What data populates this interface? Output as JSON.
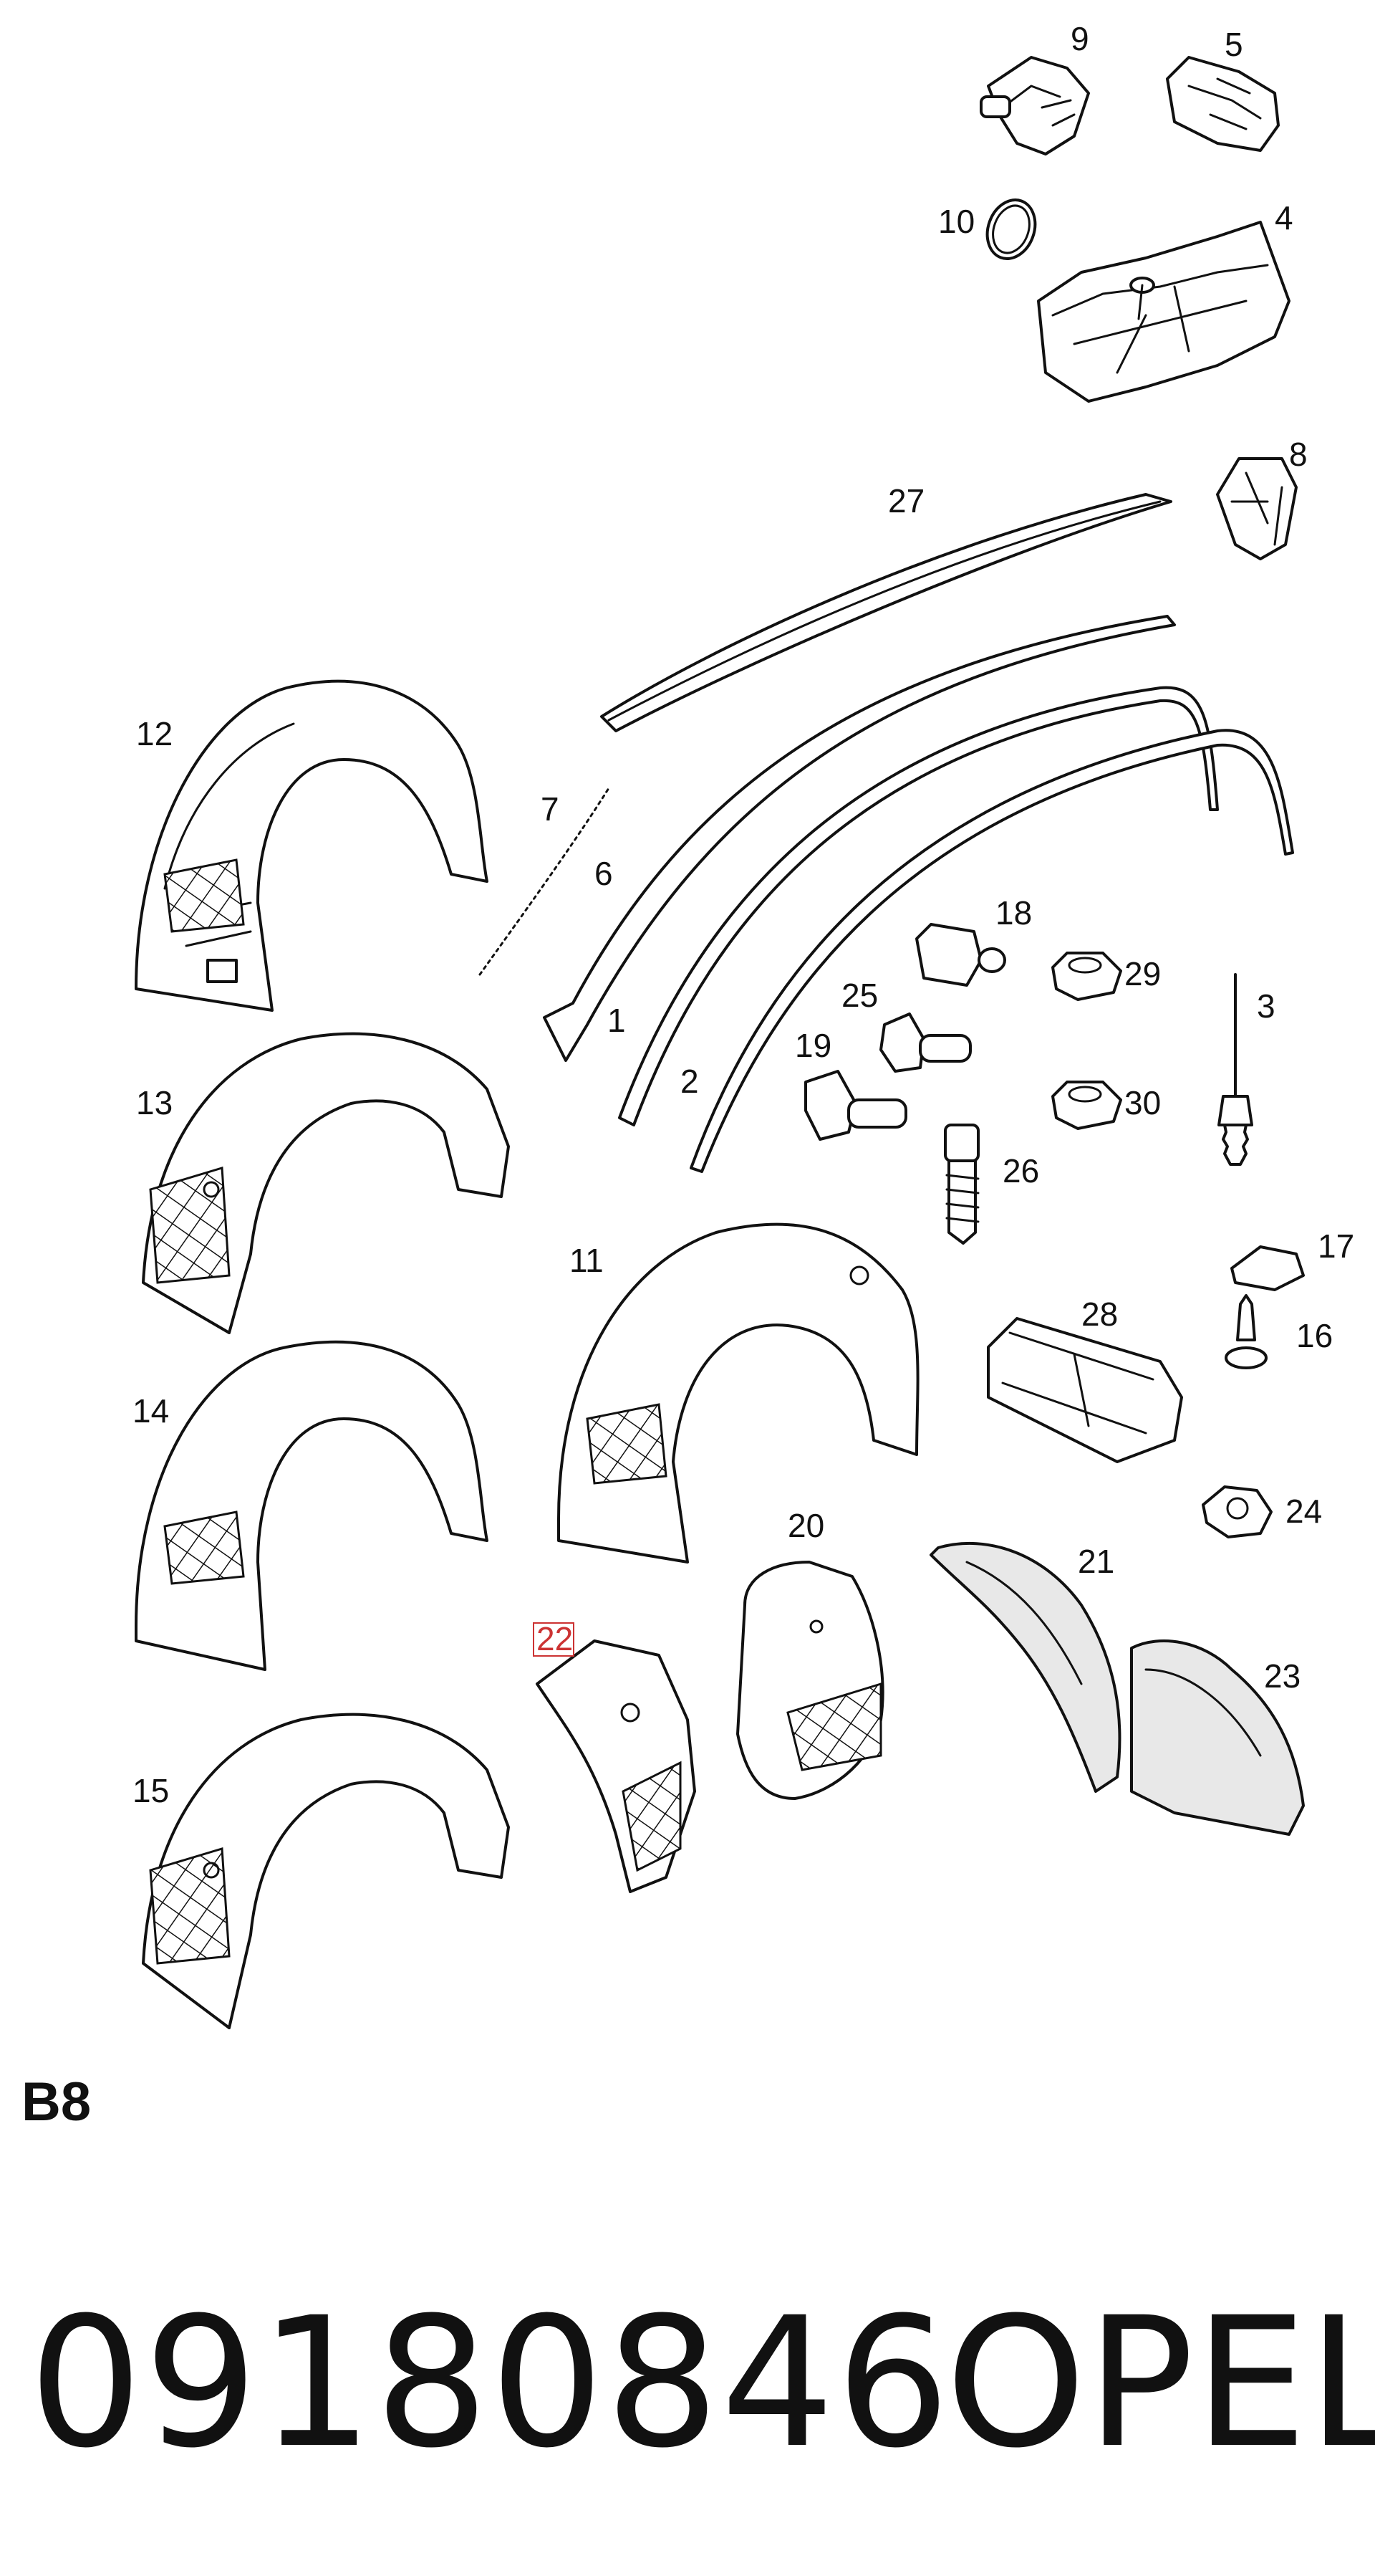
{
  "diagram": {
    "section_code": "B8",
    "part_number": "09180846",
    "brand": "OPEL",
    "highlighted_callout": "22",
    "callouts": {
      "c1": "1",
      "c2": "2",
      "c3": "3",
      "c4": "4",
      "c5": "5",
      "c6": "6",
      "c7": "7",
      "c8": "8",
      "c9": "9",
      "c10": "10",
      "c11": "11",
      "c12": "12",
      "c13": "13",
      "c14": "14",
      "c15": "15",
      "c16": "16",
      "c17": "17",
      "c18": "18",
      "c19": "19",
      "c20": "20",
      "c21": "21",
      "c22": "22",
      "c23": "23",
      "c24": "24",
      "c25": "25",
      "c26": "26",
      "c27": "27",
      "c28": "28",
      "c29": "29",
      "c30": "30"
    }
  }
}
